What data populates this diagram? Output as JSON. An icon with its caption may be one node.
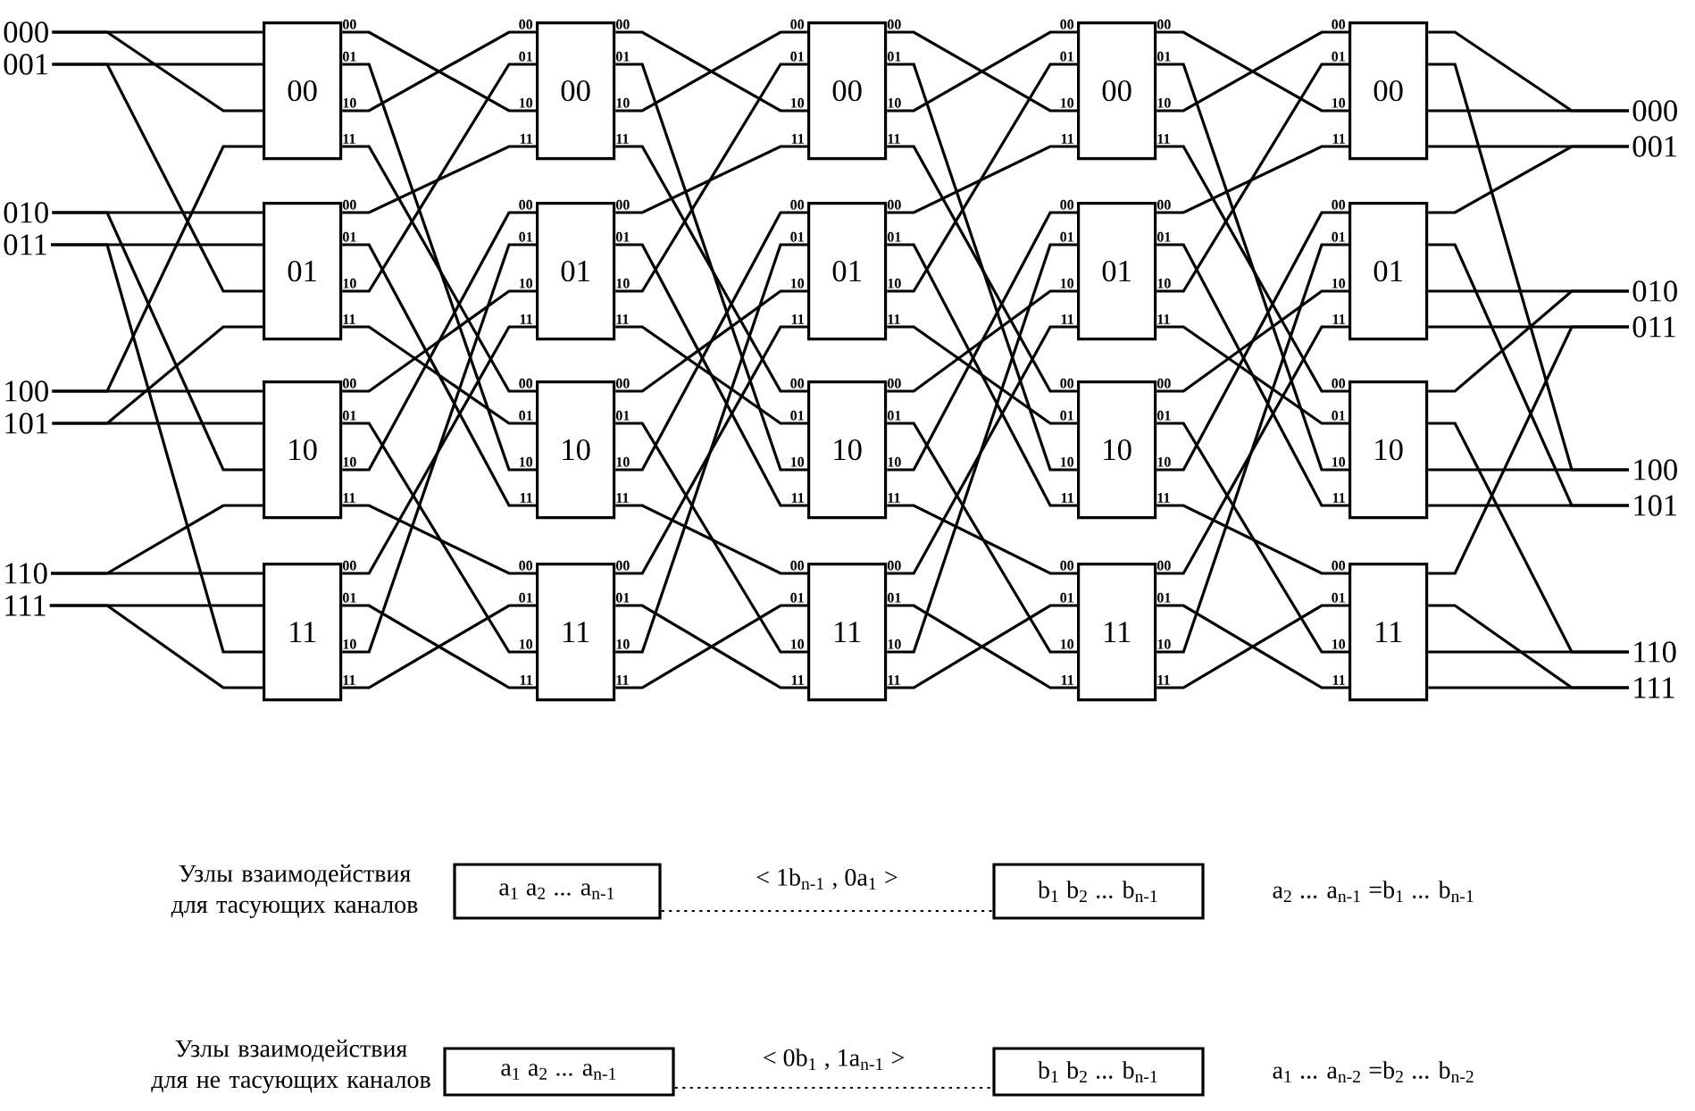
{
  "diagram": {
    "nodes": [
      {
        "text": [
          "000"
        ]
      },
      {
        "text": [
          "001"
        ]
      },
      {
        "text": [
          "010"
        ]
      },
      {
        "text": [
          "011"
        ]
      },
      {
        "text": [
          "100"
        ]
      },
      {
        "text": [
          "101"
        ]
      },
      {
        "text": [
          "110"
        ]
      },
      {
        "text": [
          "111"
        ]
      },
      {
        "text": [
          "00"
        ],
        "beside": [
          "00",
          "01",
          "10",
          "11"
        ]
      },
      {
        "text": [
          "01"
        ],
        "beside": [
          "00",
          "01",
          "10",
          "11"
        ]
      },
      {
        "text": [
          "10"
        ],
        "beside": [
          "00",
          "01",
          "10",
          "11"
        ]
      },
      {
        "text": [
          "11"
        ],
        "beside": [
          "00",
          "01",
          "10",
          "11"
        ]
      },
      {
        "text": [
          "00"
        ],
        "beside": [
          "00",
          "01",
          "10",
          "11",
          "00",
          "01",
          "10",
          "11"
        ]
      },
      {
        "text": [
          "01"
        ],
        "beside": [
          "00",
          "01",
          "10",
          "11",
          "00",
          "01",
          "10",
          "11"
        ]
      },
      {
        "text": [
          "10"
        ],
        "beside": [
          "00",
          "01",
          "10",
          "11",
          "00",
          "01",
          "10",
          "11"
        ]
      },
      {
        "text": [
          "11"
        ],
        "beside": [
          "00",
          "01",
          "10",
          "11",
          "00",
          "01",
          "10",
          "11"
        ]
      },
      {
        "text": [
          "00"
        ],
        "beside": [
          "00",
          "01",
          "10",
          "11",
          "00",
          "01",
          "10",
          "11"
        ]
      },
      {
        "text": [
          "01"
        ],
        "beside": [
          "00",
          "01",
          "10",
          "11",
          "00",
          "01",
          "10",
          "11"
        ]
      },
      {
        "text": [
          "10"
        ],
        "beside": [
          "00",
          "01",
          "10",
          "11",
          "00",
          "01",
          "10",
          "11"
        ]
      },
      {
        "text": [
          "11"
        ],
        "beside": [
          "00",
          "01",
          "10",
          "11",
          "00",
          "01",
          "10",
          "11"
        ]
      },
      {
        "text": [
          "00"
        ],
        "beside": [
          "00",
          "01",
          "10",
          "11",
          "00",
          "01",
          "10",
          "11"
        ]
      },
      {
        "text": [
          "01"
        ],
        "beside": [
          "00",
          "01",
          "10",
          "11",
          "00",
          "01",
          "10",
          "11"
        ]
      },
      {
        "text": [
          "10"
        ],
        "beside": [
          "00",
          "01",
          "10",
          "11",
          "00",
          "01",
          "10",
          "11"
        ]
      },
      {
        "text": [
          "11"
        ],
        "beside": [
          "00",
          "01",
          "10",
          "11",
          "00",
          "01",
          "10",
          "11"
        ]
      },
      {
        "text": [
          "00"
        ],
        "beside": [
          "00",
          "01",
          "10",
          "11"
        ]
      },
      {
        "text": [
          "01"
        ],
        "beside": [
          "00",
          "01",
          "10",
          "11"
        ]
      },
      {
        "text": [
          "10"
        ],
        "beside": [
          "00",
          "01",
          "10",
          "11"
        ]
      },
      {
        "text": [
          "11"
        ],
        "beside": [
          "00",
          "01",
          "10",
          "11"
        ]
      },
      {
        "text": [
          "000"
        ]
      },
      {
        "text": [
          "001"
        ]
      },
      {
        "text": [
          "010"
        ]
      },
      {
        "text": [
          "011"
        ]
      },
      {
        "text": [
          "100"
        ]
      },
      {
        "text": [
          "101"
        ]
      },
      {
        "text": [
          "110"
        ]
      },
      {
        "text": [
          "111"
        ]
      },
      {
        "text": [
          "a$_{1}$ a$_{2}$ ... a$_{n-1}$"
        ]
      },
      {
        "text": [
          "b$_{1}$ b$_{2}$ ... b$_{n-1}$"
        ]
      },
      {
        "text": [
          "a$_{1}$ a$_{2}$ ... a$_{n-1}$"
        ]
      },
      {
        "text": [
          "b$_{1}$ b$_{2}$ ... b$_{n-1}$"
        ]
      }
    ],
    "edges": [
      {
        "from": 0,
        "to": 8,
        "arrow": "none"
      },
      {
        "from": 0,
        "to": 8,
        "arrow": "none"
      },
      {
        "from": 1,
        "to": 8,
        "arrow": "none"
      },
      {
        "from": 1,
        "to": 9,
        "arrow": "none"
      },
      {
        "from": 2,
        "to": 9,
        "arrow": "none"
      },
      {
        "from": 2,
        "to": 10,
        "arrow": "none"
      },
      {
        "from": 3,
        "to": 9,
        "arrow": "none"
      },
      {
        "from": 3,
        "to": 11,
        "arrow": "none"
      },
      {
        "from": 4,
        "to": 10,
        "arrow": "none"
      },
      {
        "from": 4,
        "to": 8,
        "arrow": "none"
      },
      {
        "from": 5,
        "to": 10,
        "arrow": "none"
      },
      {
        "from": 5,
        "to": 9,
        "arrow": "none"
      },
      {
        "from": 6,
        "to": 11,
        "arrow": "none"
      },
      {
        "from": 6,
        "to": 10,
        "arrow": "none"
      },
      {
        "from": 7,
        "to": 11,
        "arrow": "none"
      },
      {
        "from": 7,
        "to": 11,
        "arrow": "none"
      },
      {
        "from": 8,
        "to": 12,
        "arrow": "none"
      },
      {
        "from": 8,
        "to": 14,
        "arrow": "none"
      },
      {
        "from": 8,
        "to": 12,
        "arrow": "none"
      },
      {
        "from": 8,
        "to": 14,
        "arrow": "none"
      },
      {
        "from": 9,
        "to": 12,
        "arrow": "none"
      },
      {
        "from": 9,
        "to": 14,
        "arrow": "none"
      },
      {
        "from": 9,
        "to": 12,
        "arrow": "none"
      },
      {
        "from": 9,
        "to": 14,
        "arrow": "none"
      },
      {
        "from": 10,
        "to": 13,
        "arrow": "none"
      },
      {
        "from": 10,
        "to": 15,
        "arrow": "none"
      },
      {
        "from": 10,
        "to": 13,
        "arrow": "none"
      },
      {
        "from": 10,
        "to": 15,
        "arrow": "none"
      },
      {
        "from": 11,
        "to": 13,
        "arrow": "none"
      },
      {
        "from": 11,
        "to": 15,
        "arrow": "none"
      },
      {
        "from": 11,
        "to": 13,
        "arrow": "none"
      },
      {
        "from": 11,
        "to": 15,
        "arrow": "none"
      },
      {
        "from": 12,
        "to": 16,
        "arrow": "none"
      },
      {
        "from": 12,
        "to": 18,
        "arrow": "none"
      },
      {
        "from": 12,
        "to": 16,
        "arrow": "none"
      },
      {
        "from": 12,
        "to": 18,
        "arrow": "none"
      },
      {
        "from": 13,
        "to": 16,
        "arrow": "none"
      },
      {
        "from": 13,
        "to": 18,
        "arrow": "none"
      },
      {
        "from": 13,
        "to": 16,
        "arrow": "none"
      },
      {
        "from": 13,
        "to": 18,
        "arrow": "none"
      },
      {
        "from": 14,
        "to": 17,
        "arrow": "none"
      },
      {
        "from": 14,
        "to": 19,
        "arrow": "none"
      },
      {
        "from": 14,
        "to": 17,
        "arrow": "none"
      },
      {
        "from": 14,
        "to": 19,
        "arrow": "none"
      },
      {
        "from": 15,
        "to": 17,
        "arrow": "none"
      },
      {
        "from": 15,
        "to": 19,
        "arrow": "none"
      },
      {
        "from": 15,
        "to": 17,
        "arrow": "none"
      },
      {
        "from": 15,
        "to": 19,
        "arrow": "none"
      },
      {
        "from": 16,
        "to": 20,
        "arrow": "none"
      },
      {
        "from": 16,
        "to": 22,
        "arrow": "none"
      },
      {
        "from": 16,
        "to": 20,
        "arrow": "none"
      },
      {
        "from": 16,
        "to": 22,
        "arrow": "none"
      },
      {
        "from": 17,
        "to": 20,
        "arrow": "none"
      },
      {
        "from": 17,
        "to": 22,
        "arrow": "none"
      },
      {
        "from": 17,
        "to": 20,
        "arrow": "none"
      },
      {
        "from": 17,
        "to": 22,
        "arrow": "none"
      },
      {
        "from": 18,
        "to": 21,
        "arrow": "none"
      },
      {
        "from": 18,
        "to": 23,
        "arrow": "none"
      },
      {
        "from": 18,
        "to": 21,
        "arrow": "none"
      },
      {
        "from": 18,
        "to": 23,
        "arrow": "none"
      },
      {
        "from": 19,
        "to": 21,
        "arrow": "none"
      },
      {
        "from": 19,
        "to": 23,
        "arrow": "none"
      },
      {
        "from": 19,
        "to": 21,
        "arrow": "none"
      },
      {
        "from": 19,
        "to": 23,
        "arrow": "none"
      },
      {
        "from": 20,
        "to": 24,
        "arrow": "none"
      },
      {
        "from": 20,
        "to": 26,
        "arrow": "none"
      },
      {
        "from": 20,
        "to": 24,
        "arrow": "none"
      },
      {
        "from": 20,
        "to": 26,
        "arrow": "none"
      },
      {
        "from": 21,
        "to": 24,
        "arrow": "none"
      },
      {
        "from": 21,
        "to": 26,
        "arrow": "none"
      },
      {
        "from": 21,
        "to": 24,
        "arrow": "none"
      },
      {
        "from": 21,
        "to": 26,
        "arrow": "none"
      },
      {
        "from": 22,
        "to": 25,
        "arrow": "none"
      },
      {
        "from": 22,
        "to": 27,
        "arrow": "none"
      },
      {
        "from": 22,
        "to": 25,
        "arrow": "none"
      },
      {
        "from": 22,
        "to": 27,
        "arrow": "none"
      },
      {
        "from": 23,
        "to": 25,
        "arrow": "none"
      },
      {
        "from": 23,
        "to": 27,
        "arrow": "none"
      },
      {
        "from": 23,
        "to": 25,
        "arrow": "none"
      },
      {
        "from": 23,
        "to": 27,
        "arrow": "none"
      },
      {
        "from": 24,
        "to": 28,
        "arrow": "none"
      },
      {
        "from": 24,
        "to": 32,
        "arrow": "none"
      },
      {
        "from": 24,
        "to": 28,
        "arrow": "none"
      },
      {
        "from": 24,
        "to": 29,
        "arrow": "none"
      },
      {
        "from": 25,
        "to": 29,
        "arrow": "none"
      },
      {
        "from": 25,
        "to": 33,
        "arrow": "none"
      },
      {
        "from": 25,
        "to": 30,
        "arrow": "none"
      },
      {
        "from": 25,
        "to": 31,
        "arrow": "none"
      },
      {
        "from": 26,
        "to": 30,
        "arrow": "none"
      },
      {
        "from": 26,
        "to": 34,
        "arrow": "none"
      },
      {
        "from": 26,
        "to": 32,
        "arrow": "none"
      },
      {
        "from": 26,
        "to": 33,
        "arrow": "none"
      },
      {
        "from": 27,
        "to": 31,
        "arrow": "none"
      },
      {
        "from": 27,
        "to": 35,
        "arrow": "none"
      },
      {
        "from": 27,
        "to": 34,
        "arrow": "none"
      },
      {
        "from": 27,
        "to": 35,
        "arrow": "none"
      },
      {
        "from": 36,
        "to": 37,
        "arrow": "none",
        "style": "dashed",
        "label": "< 1b$_{n-1}$ , 0a$_{1}$ >"
      },
      {
        "from": 38,
        "to": 39,
        "arrow": "none",
        "style": "dashed",
        "label": "< 0b$_{1}$ , 1a$_{n-1}$ >"
      }
    ],
    "labels": [
      "Узлы взаимодействия для тасующих каналов",
      "a$_{2}$ ... a$_{n-1}$ =b$_{1}$ ... b$_{n-1}$",
      "Узлы взаимодействия для не тасующих каналов",
      "a$_{1}$ ... a$_{n-2}$ =b$_{2}$ ... b$_{n-2}$"
    ]
  }
}
